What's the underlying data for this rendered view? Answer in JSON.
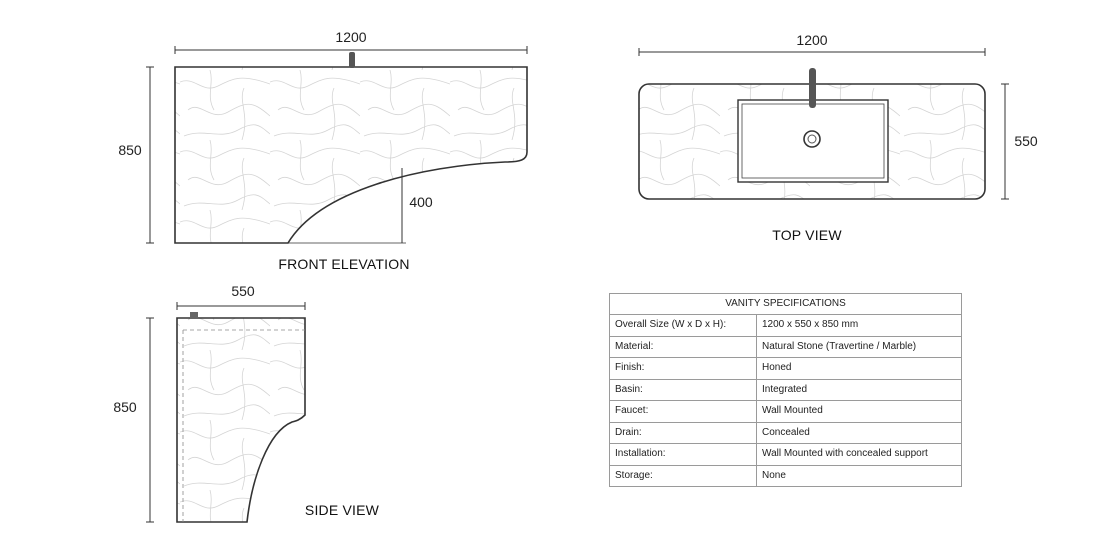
{
  "front_elevation": {
    "title": "FRONT ELEVATION",
    "width_dim": "1200",
    "height_dim": "850",
    "knee_dim": "400"
  },
  "top_view": {
    "title": "TOP VIEW",
    "width_dim": "1200",
    "depth_dim": "550"
  },
  "side_view": {
    "title": "SIDE VIEW",
    "depth_dim": "550",
    "height_dim": "850"
  },
  "specifications": {
    "title": "VANITY SPECIFICATIONS",
    "rows": [
      {
        "label": "Overall Size (W x D x H):",
        "value": "1200 x 550 x 850 mm"
      },
      {
        "label": "Material:",
        "value": "Natural Stone (Travertine / Marble)"
      },
      {
        "label": "Finish:",
        "value": "Honed"
      },
      {
        "label": "Basin:",
        "value": "Integrated"
      },
      {
        "label": "Faucet:",
        "value": "Wall Mounted"
      },
      {
        "label": "Drain:",
        "value": "Concealed"
      },
      {
        "label": "Installation:",
        "value": "Wall Mounted with concealed support"
      },
      {
        "label": "Storage:",
        "value": "None"
      }
    ]
  }
}
